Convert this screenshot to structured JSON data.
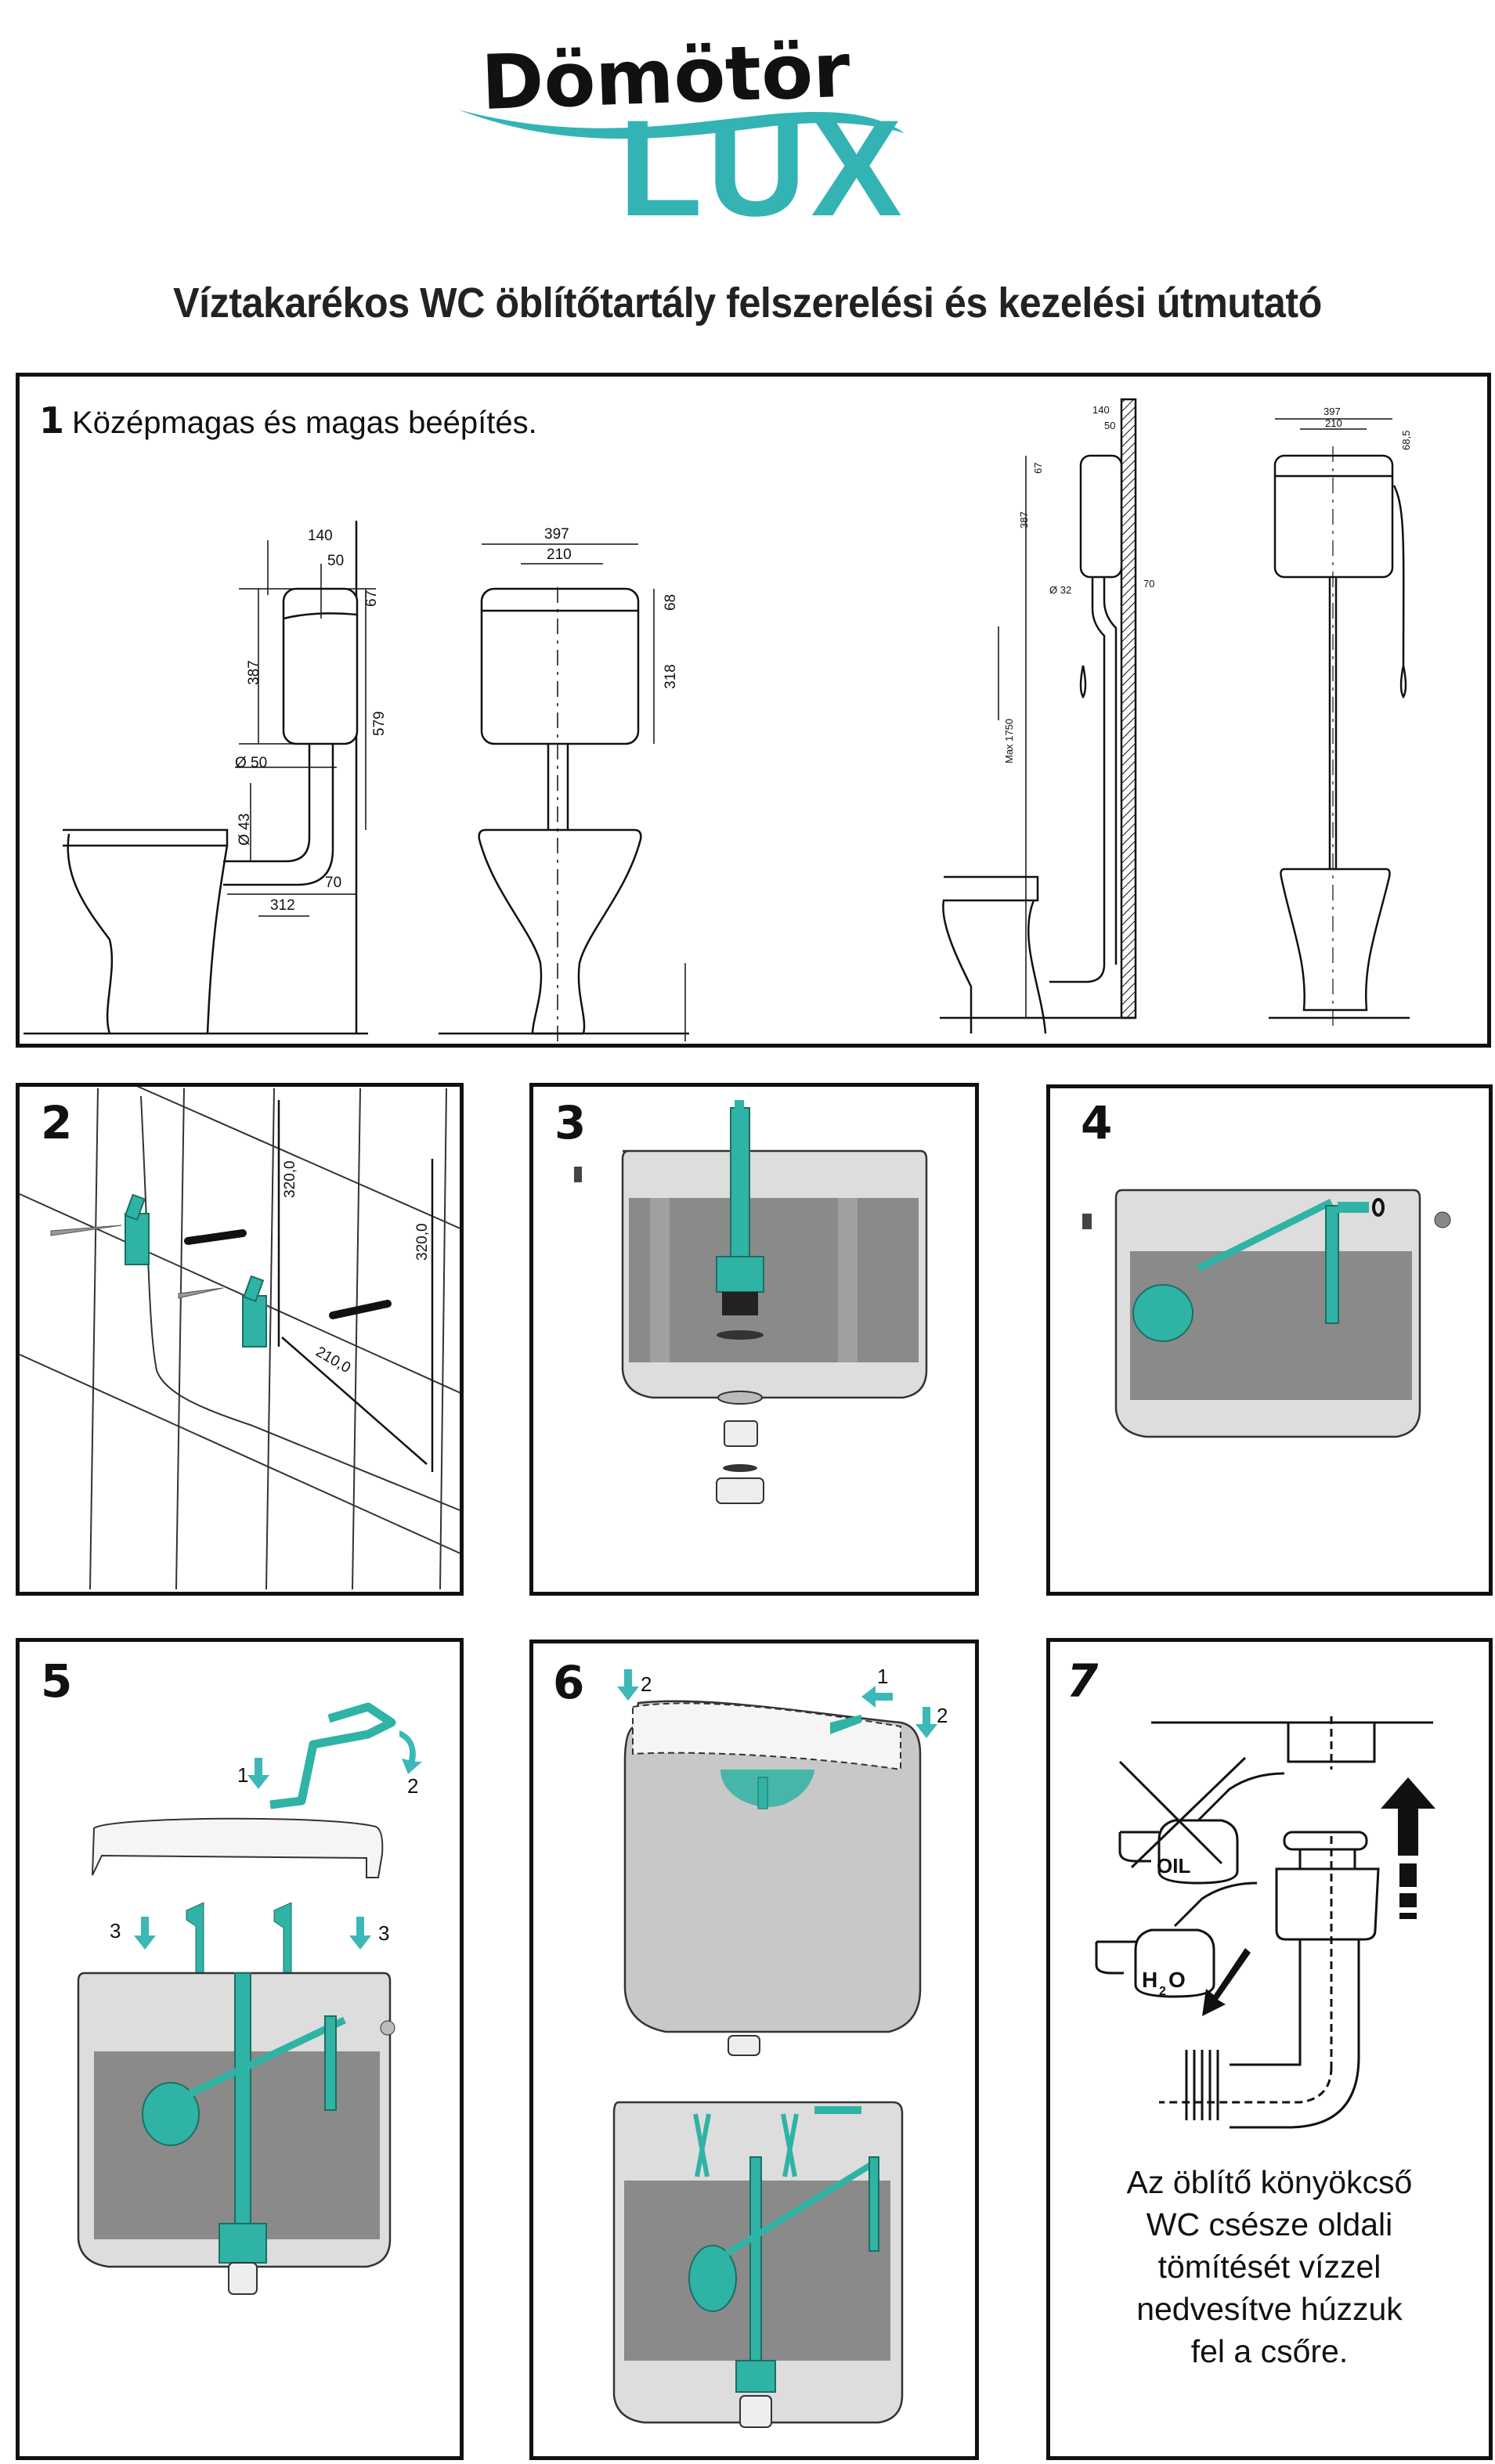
{
  "brand": {
    "name_top": "Dömötör",
    "name_bottom": "LUX",
    "colors": {
      "teal": "#34b3b5",
      "black": "#111111"
    }
  },
  "document": {
    "title": "Víztakarékos WC öblítőtartály felszerelési és kezelési útmutató"
  },
  "accent_color": "#2fb3a5",
  "steps": [
    {
      "number": "1",
      "heading": "Középmagas és magas beépítés.",
      "drawings": {
        "mid_height_side": {
          "dims": [
            "140",
            "50",
            "67",
            "387",
            "579",
            "50",
            "43",
            "70",
            "312"
          ],
          "diameter_labels": [
            "Ø 50",
            "Ø 43"
          ]
        },
        "mid_height_front": {
          "dims": [
            "397",
            "210",
            "68",
            "318"
          ]
        },
        "high_side": {
          "dims": [
            "140",
            "50",
            "67",
            "387",
            "32",
            "70",
            "Max 1750"
          ],
          "diameter_labels": [
            "Ø 32"
          ]
        },
        "high_front": {
          "dims": [
            "397",
            "210",
            "68,5"
          ]
        }
      }
    },
    {
      "number": "2",
      "dims": [
        "320,0",
        "320,0",
        "210,0"
      ]
    },
    {
      "number": "3"
    },
    {
      "number": "4"
    },
    {
      "number": "5",
      "arrow_labels": [
        "1",
        "2",
        "3",
        "3"
      ]
    },
    {
      "number": "6",
      "arrow_labels": [
        "2",
        "1",
        "2"
      ]
    },
    {
      "number": "7",
      "can_labels": {
        "oil": "OIL",
        "water_main": "H",
        "water_sub": "2",
        "water_end": "O"
      },
      "caption_lines": [
        "Az öblítő könyökcső",
        "WC csésze oldali",
        "tömítését vízzel",
        "nedvesítve húzzuk",
        "fel a csőre."
      ]
    }
  ]
}
